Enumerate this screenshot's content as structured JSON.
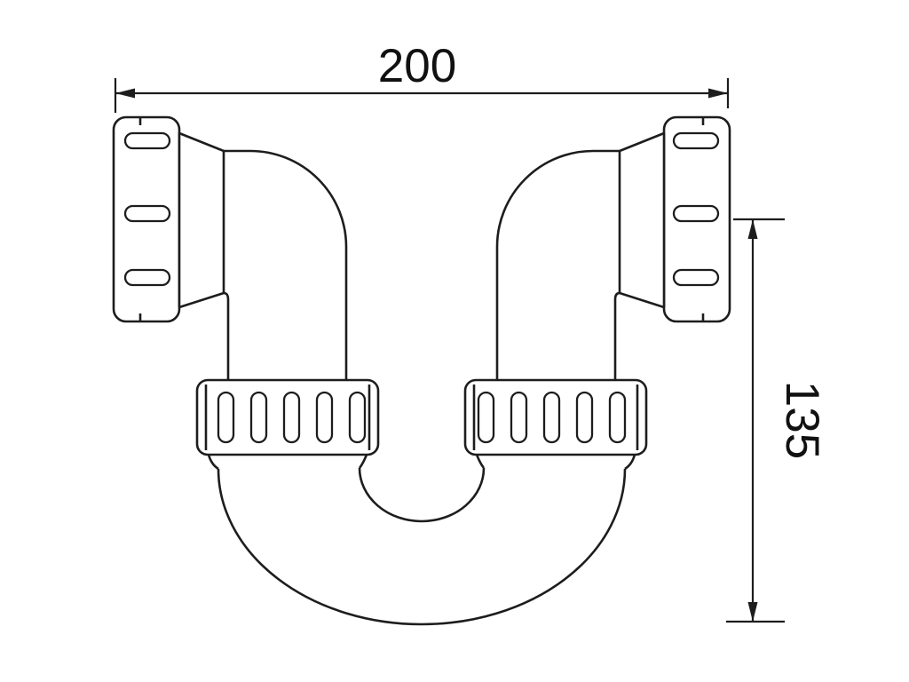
{
  "canvas": {
    "background": "#ffffff",
    "line_color": "#1d1d1d"
  },
  "drawing": {
    "dimensions": {
      "width": {
        "label": "200",
        "orientation": "horizontal"
      },
      "height": {
        "label": "135",
        "orientation": "vertical"
      }
    },
    "parts": [
      {
        "name": "left-swivel-nut",
        "kind": "knurled-nut"
      },
      {
        "name": "right-swivel-nut",
        "kind": "knurled-nut"
      },
      {
        "name": "left-elbow-pipe",
        "kind": "elbow"
      },
      {
        "name": "right-elbow-pipe",
        "kind": "elbow"
      },
      {
        "name": "left-coupling-nut",
        "kind": "knurled-ring-nut"
      },
      {
        "name": "right-coupling-nut",
        "kind": "knurled-ring-nut"
      },
      {
        "name": "u-bend",
        "kind": "trap-bend"
      }
    ]
  }
}
